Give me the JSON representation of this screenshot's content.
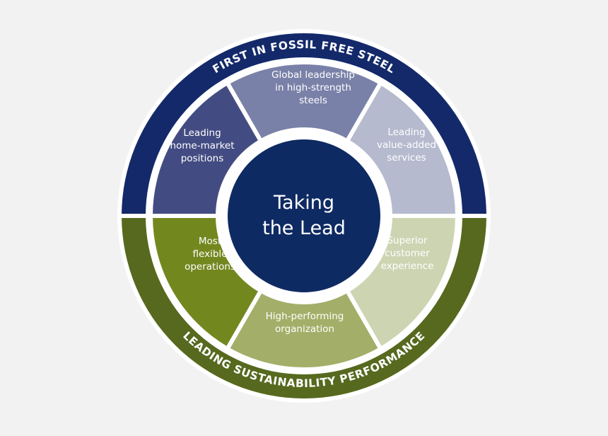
{
  "center": {
    "lines": [
      "Taking",
      "the Lead"
    ],
    "color": "#0e2a63"
  },
  "rings": {
    "top": {
      "label": "FIRST IN FOSSIL FREE STEEL",
      "color": "#13296a"
    },
    "bottom": {
      "label": "LEADING SUSTAINABILITY PERFORMANCE",
      "color": "#56691e"
    }
  },
  "segments": [
    {
      "lines": [
        "Global leadership",
        "in high-strength",
        "steels"
      ],
      "color": "#7a81a8"
    },
    {
      "lines": [
        "Leading",
        "value-added",
        "services"
      ],
      "color": "#b6bace"
    },
    {
      "lines": [
        "Superior",
        "customer",
        "experience"
      ],
      "color": "#cdd4b2"
    },
    {
      "lines": [
        "High-performing",
        "organization"
      ],
      "color": "#a3ae68"
    },
    {
      "lines": [
        "Most",
        "flexible",
        "operations"
      ],
      "color": "#73871f"
    },
    {
      "lines": [
        "Leading",
        "home-market",
        "positions"
      ],
      "color": "#434c82"
    }
  ],
  "colors": {
    "background": "#f2f2f2",
    "outline": "#ffffff"
  }
}
